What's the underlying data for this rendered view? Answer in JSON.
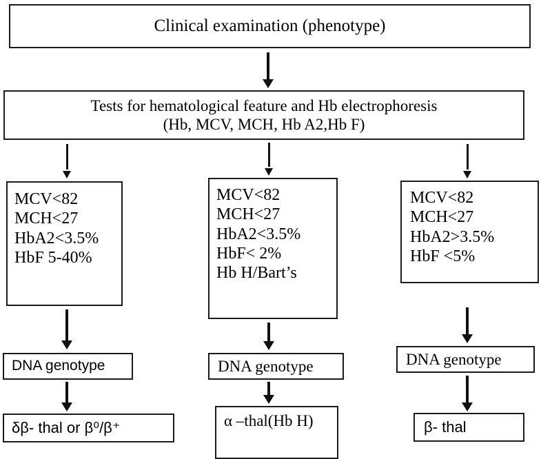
{
  "diagram": {
    "title": "Diagnostic algorithm for thalassemia",
    "type": "flowchart",
    "background_color": "#ffffff",
    "line_color": "#111111"
  },
  "nodes": {
    "clinical": {
      "label": "Clinical examination (phenotype)"
    },
    "tests": {
      "label": "Tests for hematological feature and  Hb electrophoresis\n(Hb, MCV, MCH, Hb A2,Hb F)"
    },
    "criteria_left": {
      "label": "MCV<82\nMCH<27\nHbA2<3.5%\nHbF 5-40%",
      "lines": [
        "MCV<82",
        "MCH<27",
        "HbA2<3.5%",
        "HbF 5-40%"
      ]
    },
    "criteria_middle": {
      "label": "MCV<82\nMCH<27\nHbA2<3.5%\nHbF< 2%\nHb H/Bart’s",
      "lines": [
        "MCV<82",
        "MCH<27",
        "HbA2<3.5%",
        "HbF< 2%",
        "Hb H/Bart’s"
      ]
    },
    "criteria_right": {
      "label": "MCV<82\nMCH<27\nHbA2>3.5%\nHbF <5%",
      "lines": [
        "MCV<82",
        "MCH<27",
        "HbA2>3.5%",
        "HbF <5%"
      ]
    },
    "dna_left": {
      "label": "DNA genotype"
    },
    "dna_middle": {
      "label": "DNA genotype"
    },
    "dna_right": {
      "label": "DNA genotype"
    },
    "result_left": {
      "label": "δβ- thal or  β⁰/β⁺"
    },
    "result_middle": {
      "label": "α –thal(Hb H)"
    },
    "result_right": {
      "label": "β- thal"
    }
  },
  "edges": [
    {
      "name": "clinical-to-tests",
      "from": "clinical",
      "to": "tests"
    },
    {
      "name": "tests-to-criteria-left",
      "from": "tests",
      "to": "criteria_left"
    },
    {
      "name": "tests-to-criteria-middle",
      "from": "tests",
      "to": "criteria_middle"
    },
    {
      "name": "tests-to-criteria-right",
      "from": "tests",
      "to": "criteria_right"
    },
    {
      "name": "criteria-left-to-dna-left",
      "from": "criteria_left",
      "to": "dna_left"
    },
    {
      "name": "criteria-middle-to-dna-middle",
      "from": "criteria_middle",
      "to": "dna_middle"
    },
    {
      "name": "criteria-right-to-dna-right",
      "from": "criteria_right",
      "to": "dna_right"
    },
    {
      "name": "dna-left-to-result-left",
      "from": "dna_left",
      "to": "result_left"
    },
    {
      "name": "dna-middle-to-result-middle",
      "from": "dna_middle",
      "to": "result_middle"
    },
    {
      "name": "dna-right-to-result-right",
      "from": "dna_right",
      "to": "result_right"
    }
  ]
}
